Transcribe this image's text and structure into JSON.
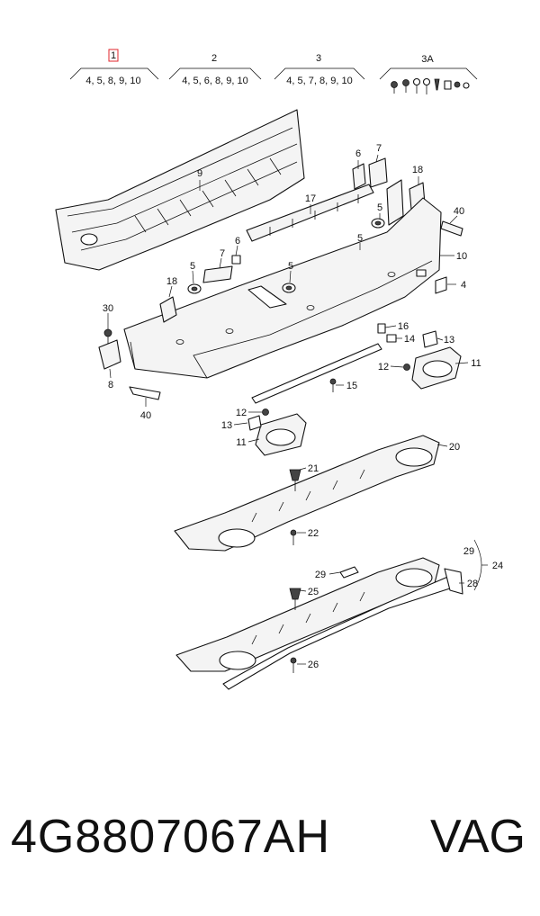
{
  "groups": [
    {
      "id": "1",
      "items": "4, 5, 8, 9, 10",
      "highlighted": true
    },
    {
      "id": "2",
      "items": "4, 5, 6, 8, 9, 10",
      "highlighted": false
    },
    {
      "id": "3",
      "items": "4, 5, 7, 8, 9, 10",
      "highlighted": false
    },
    {
      "id": "3A",
      "items": "",
      "highlighted": false
    }
  ],
  "callouts": {
    "c9": "9",
    "c17": "17",
    "c6a": "6",
    "c7a": "7",
    "c18a": "18",
    "c5a": "5",
    "c40a": "40",
    "c10": "10",
    "c5b": "5",
    "c4": "4",
    "c7b": "7",
    "c6b": "6",
    "c5c": "5",
    "c5d": "5",
    "c18b": "18",
    "c30": "30",
    "c8": "8",
    "c40b": "40",
    "c16": "16",
    "c14": "14",
    "c13a": "13",
    "c12a": "12",
    "c11a": "11",
    "c15": "15",
    "c12b": "12",
    "c13b": "13",
    "c11b": "11",
    "c20": "20",
    "c21": "21",
    "c22": "22",
    "c29a": "29",
    "c24": "24",
    "c29b": "29",
    "c28": "28",
    "c25": "25",
    "c26": "26"
  },
  "footer": {
    "part_number": "4G8807067AH",
    "brand": "VAG"
  },
  "colors": {
    "highlight": "#e0242b",
    "line": "#111111"
  }
}
